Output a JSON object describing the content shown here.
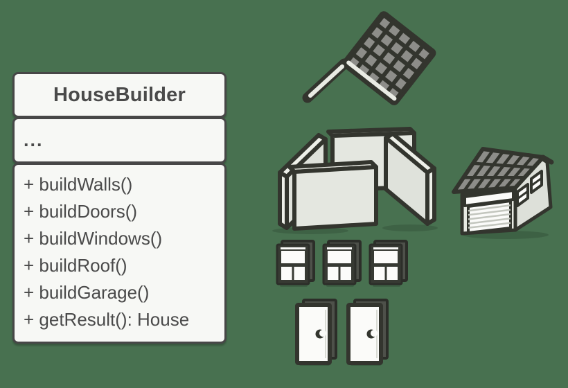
{
  "page": {
    "background_color": "#487150",
    "description_icons": [
      "roof-icon",
      "walls-icon",
      "garage-house-icon",
      "window-icon",
      "door-icon"
    ]
  },
  "uml_class": {
    "title": "HouseBuilder",
    "fields_placeholder": "...",
    "methods": [
      "+ buildWalls()",
      "+ buildDoors()",
      "+ buildWindows()",
      "+ buildRoof()",
      "+ buildGarage()",
      "+ getResult(): House"
    ]
  },
  "illustrations": {
    "wall_panel_count": 4,
    "window_count": 3,
    "door_count": 2,
    "roof_tile_rows": 5,
    "roof_tile_cols": 5
  },
  "colors": {
    "outline_dark": "#33352e",
    "box_border": "#474747",
    "box_fill": "#f7f8f5",
    "text": "#4a4a4a",
    "tile_gray": "#8d8d89",
    "wall_light": "#e4e7e0",
    "trim_light": "#e9ebe4",
    "extrusion_gray": "#4e514a",
    "pane_white": "#fcfcfa"
  }
}
